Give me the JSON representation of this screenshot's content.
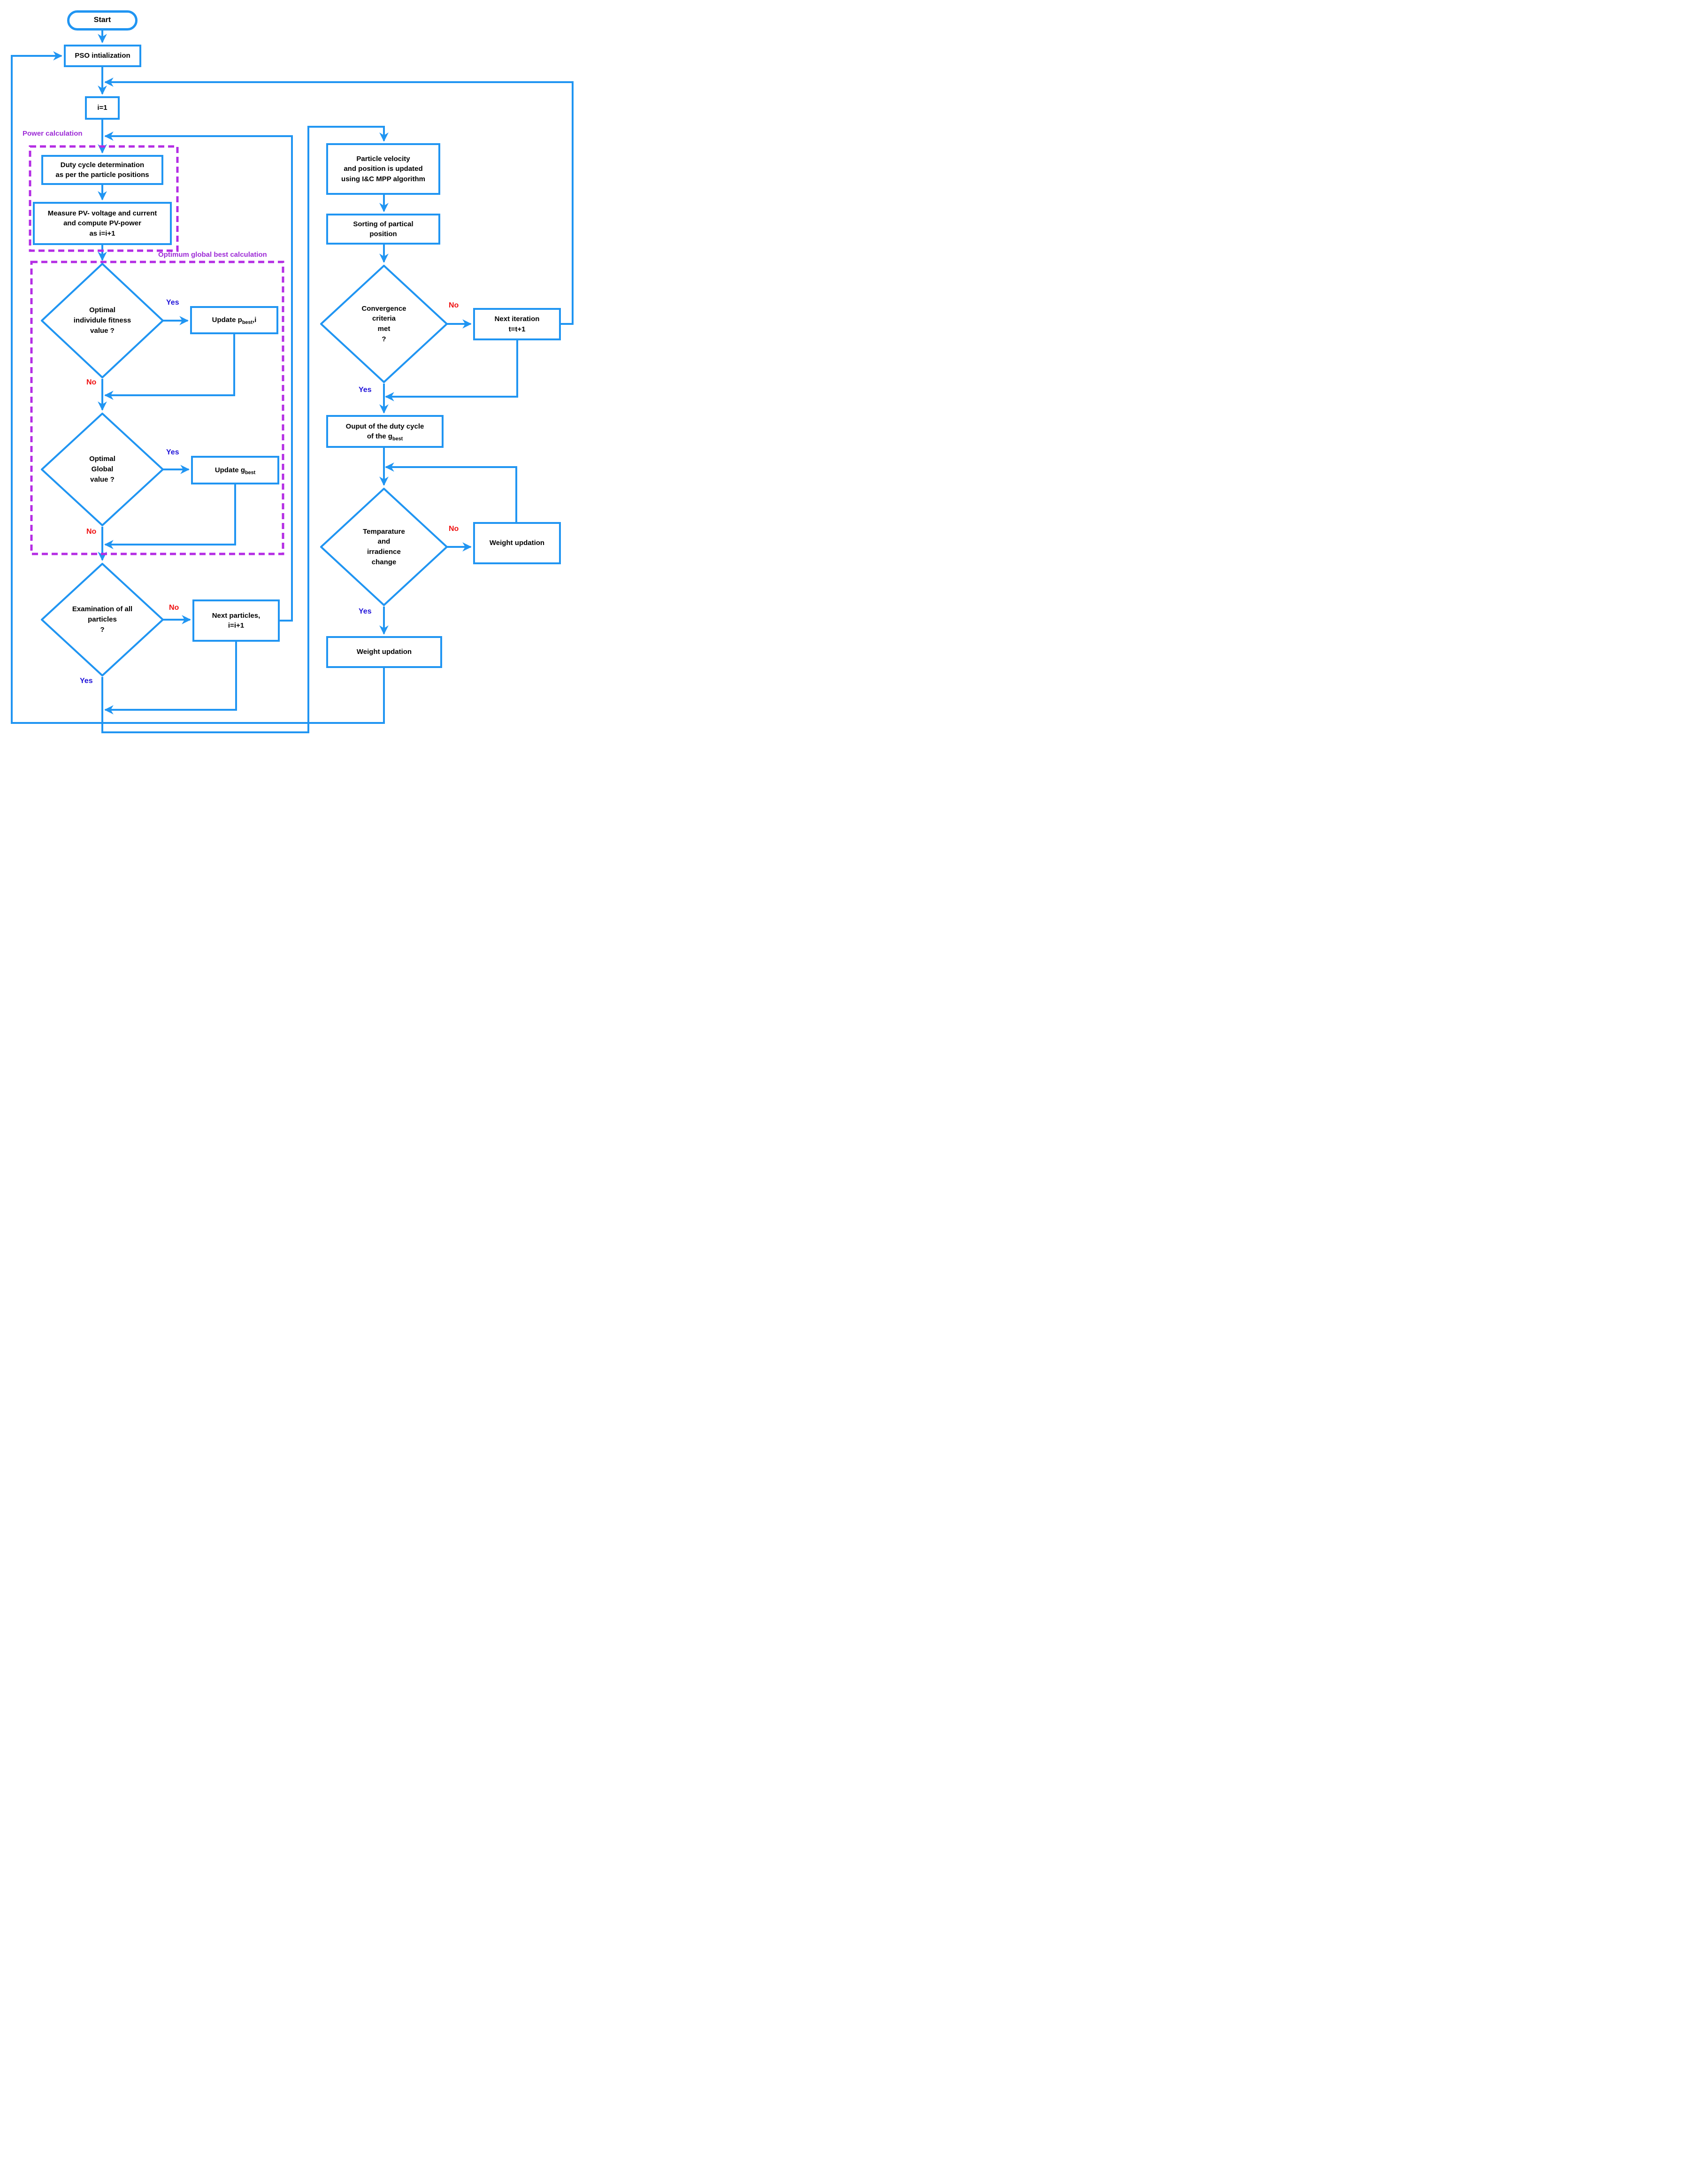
{
  "colors": {
    "blue": "#2095f2",
    "purple_label": "#9d2bd6",
    "purple_dash": "#b42ce4",
    "yes_blue": "#2013d9",
    "no_red": "#ef1111",
    "text_black": "#000000",
    "background": "#ffffff"
  },
  "region_labels": {
    "power_calculation": "Power calculation",
    "optimum_global_best": "Optimum global best calculation"
  },
  "edge_labels": {
    "yes": "Yes",
    "no": "No"
  },
  "nodes": {
    "start": "Start",
    "pso_init": "PSO intialization",
    "i_init": "i=1",
    "duty_cycle": "Duty cycle determination\nas per the particle positions",
    "measure_pv": "Measure PV- voltage and current\nand compute PV-power\nas i=i+1",
    "optimal_individual": "Optimal\nindividule fitness\nvalue ?",
    "update_pbest": {
      "prefix": "Update p",
      "sub": "best",
      "suffix": ",i"
    },
    "optimal_global": "Optimal\nGlobal\nvalue ?",
    "update_gbest": {
      "prefix": "Update g",
      "sub": "best"
    },
    "examination": "Examination of all\nparticles\n?",
    "next_particles": "Next particles,\ni=i+1",
    "particle_velocity": "Particle velocity\nand position is updated\nusing I&C MPP algorithm",
    "sorting": "Sorting of partical\nposition",
    "convergence": "Convergence\ncriteria\nmet\n?",
    "next_iteration": "Next iteration\nt=t+1",
    "output_duty": {
      "line1": "Ouput of the duty cycle",
      "prefix": "of the g",
      "sub": "best"
    },
    "temperature": "Temparature\nand\nirradience\nchange",
    "weight_updation_right": "Weight updation",
    "weight_updation_bottom": "Weight updation"
  }
}
